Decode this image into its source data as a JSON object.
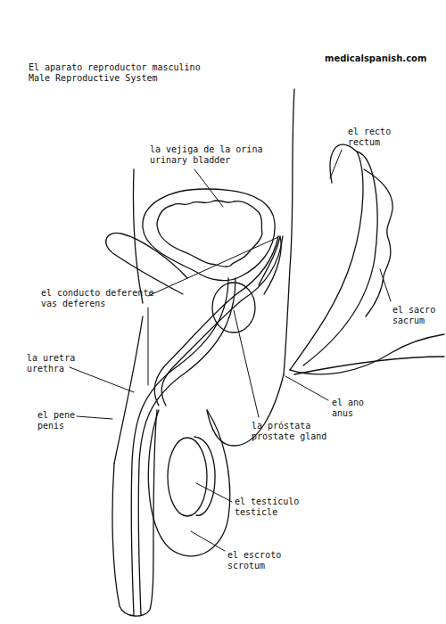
{
  "diagram": {
    "title": "El aparato reproductor masculino",
    "labels": [
      "Male Reproductive System",
      "medicalspanish.com",
      "la vejiga de la orina",
      "urinary bladder",
      "el recto",
      "rectum",
      "el conducto deferente",
      "vas deferens",
      "el sacro",
      "sacrum",
      "la uretra",
      "urethra",
      "el pene",
      "penis",
      "el ano",
      "anus",
      "la próstata",
      "prostate gland",
      "el testículo",
      "testicle",
      "el escroto",
      "scrotum"
    ]
  }
}
